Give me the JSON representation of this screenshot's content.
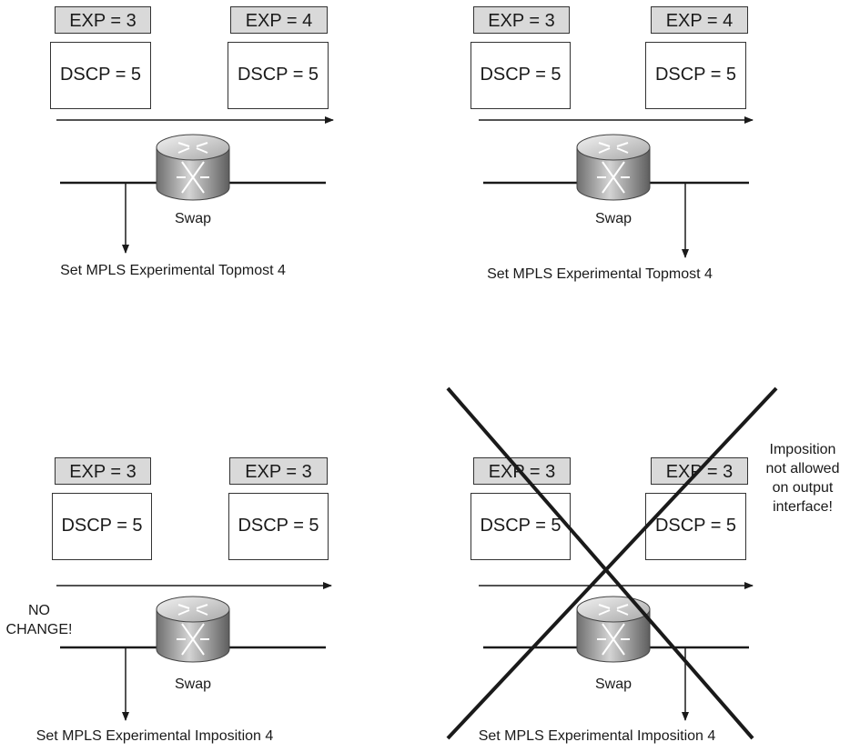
{
  "panels": [
    {
      "in_exp": "EXP = 3",
      "in_dscp": "DSCP = 5",
      "out_exp": "EXP = 4",
      "out_dscp": "DSCP = 5",
      "router_label": "Swap",
      "command": "Set MPLS Experimental Topmost 4"
    },
    {
      "in_exp": "EXP = 3",
      "in_dscp": "DSCP = 5",
      "out_exp": "EXP = 4",
      "out_dscp": "DSCP = 5",
      "router_label": "Swap",
      "command": "Set MPLS Experimental Topmost 4"
    },
    {
      "in_exp": "EXP = 3",
      "in_dscp": "DSCP = 5",
      "out_exp": "EXP = 3",
      "out_dscp": "DSCP = 5",
      "router_label": "Swap",
      "command": "Set MPLS Experimental Imposition 4",
      "note_lines": [
        "NO",
        "CHANGE!"
      ]
    },
    {
      "in_exp": "EXP = 3",
      "in_dscp": "DSCP = 5",
      "out_exp": "EXP = 3",
      "out_dscp": "DSCP = 5",
      "router_label": "Swap",
      "command": "Set MPLS Experimental Imposition 4",
      "note_lines": [
        "Imposition",
        "not allowed",
        "on output",
        "interface!"
      ]
    }
  ],
  "colors": {
    "exp_fill": "#d9d9d9",
    "router_body": "#9a9a9a",
    "line": "#1a1a1a"
  }
}
